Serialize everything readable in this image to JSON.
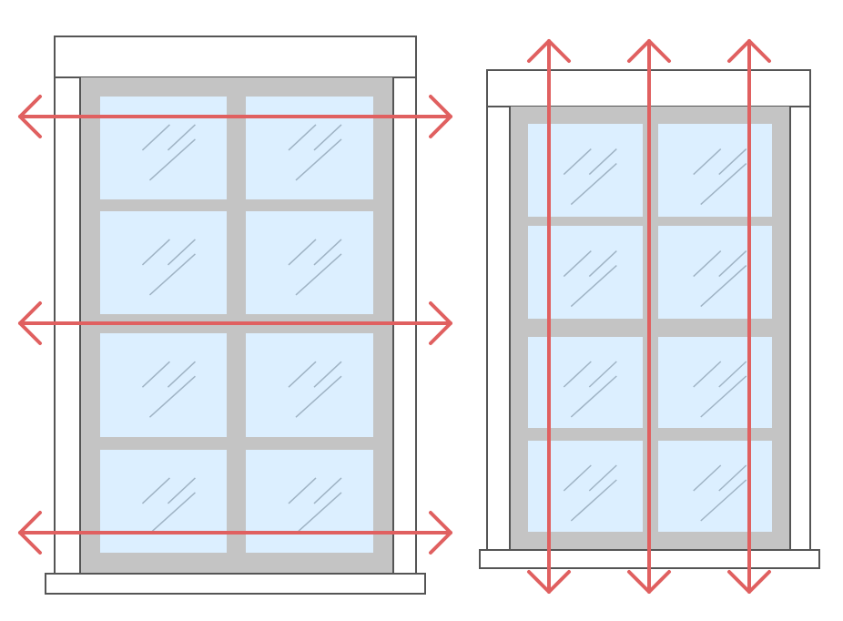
{
  "colors": {
    "frame_stroke": "#555555",
    "sash": "#c4c4c4",
    "glass": "#dcefff",
    "glare": "#9fb3c4",
    "arrow": "#e06060"
  },
  "windows": [
    {
      "id": "left-window",
      "arrow_direction": "horizontal",
      "arrows": 3,
      "pane_cols": 2,
      "pane_rows": 4
    },
    {
      "id": "right-window",
      "arrow_direction": "vertical",
      "arrows": 3,
      "pane_cols": 2,
      "pane_rows": 4
    }
  ]
}
